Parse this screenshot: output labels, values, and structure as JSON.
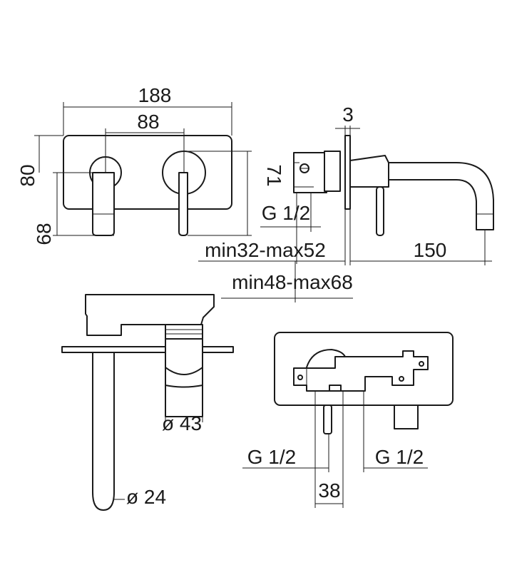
{
  "colors": {
    "line": "#1a1a1a",
    "background": "#ffffff"
  },
  "dimensions": {
    "width_total": "188",
    "handle_spacing": "88",
    "plate_height": "80",
    "lower_offset": "68",
    "height_right": "71",
    "plate_thickness": "3",
    "thread_side": "G 1/2",
    "depth_min_max_a": "min32-max52",
    "depth_min_max_b": "min48-max68",
    "spout_length": "150",
    "body_diameter": "ø 43",
    "spout_diameter": "ø 24",
    "thread_left": "G 1/2",
    "thread_right": "G 1/2",
    "thread_spacing": "38"
  }
}
